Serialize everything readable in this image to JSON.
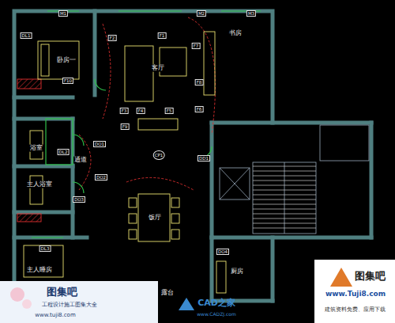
{
  "diagram": {
    "labels": [
      "M1",
      "M2",
      "M3",
      "卧房一",
      "客厅",
      "书房",
      "F1",
      "F2",
      "F3",
      "F4",
      "F5",
      "F6",
      "F7",
      "F8",
      "F9",
      "F10",
      "DL1",
      "DL2",
      "DL3",
      "浴室",
      "DO1",
      "DO2",
      "通道",
      "CP1",
      "DD1",
      "主人浴室",
      "DO3",
      "饭厅",
      "DO4",
      "主人睡房",
      "厨房",
      "露台",
      "图集吧",
      "工程设计施工图集大全",
      "www.tuji8.com",
      "CAD之家",
      "www.CADZJ.com",
      "图集吧",
      "www.Tuji8.com",
      "建筑资料免费、应用下载"
    ]
  }
}
